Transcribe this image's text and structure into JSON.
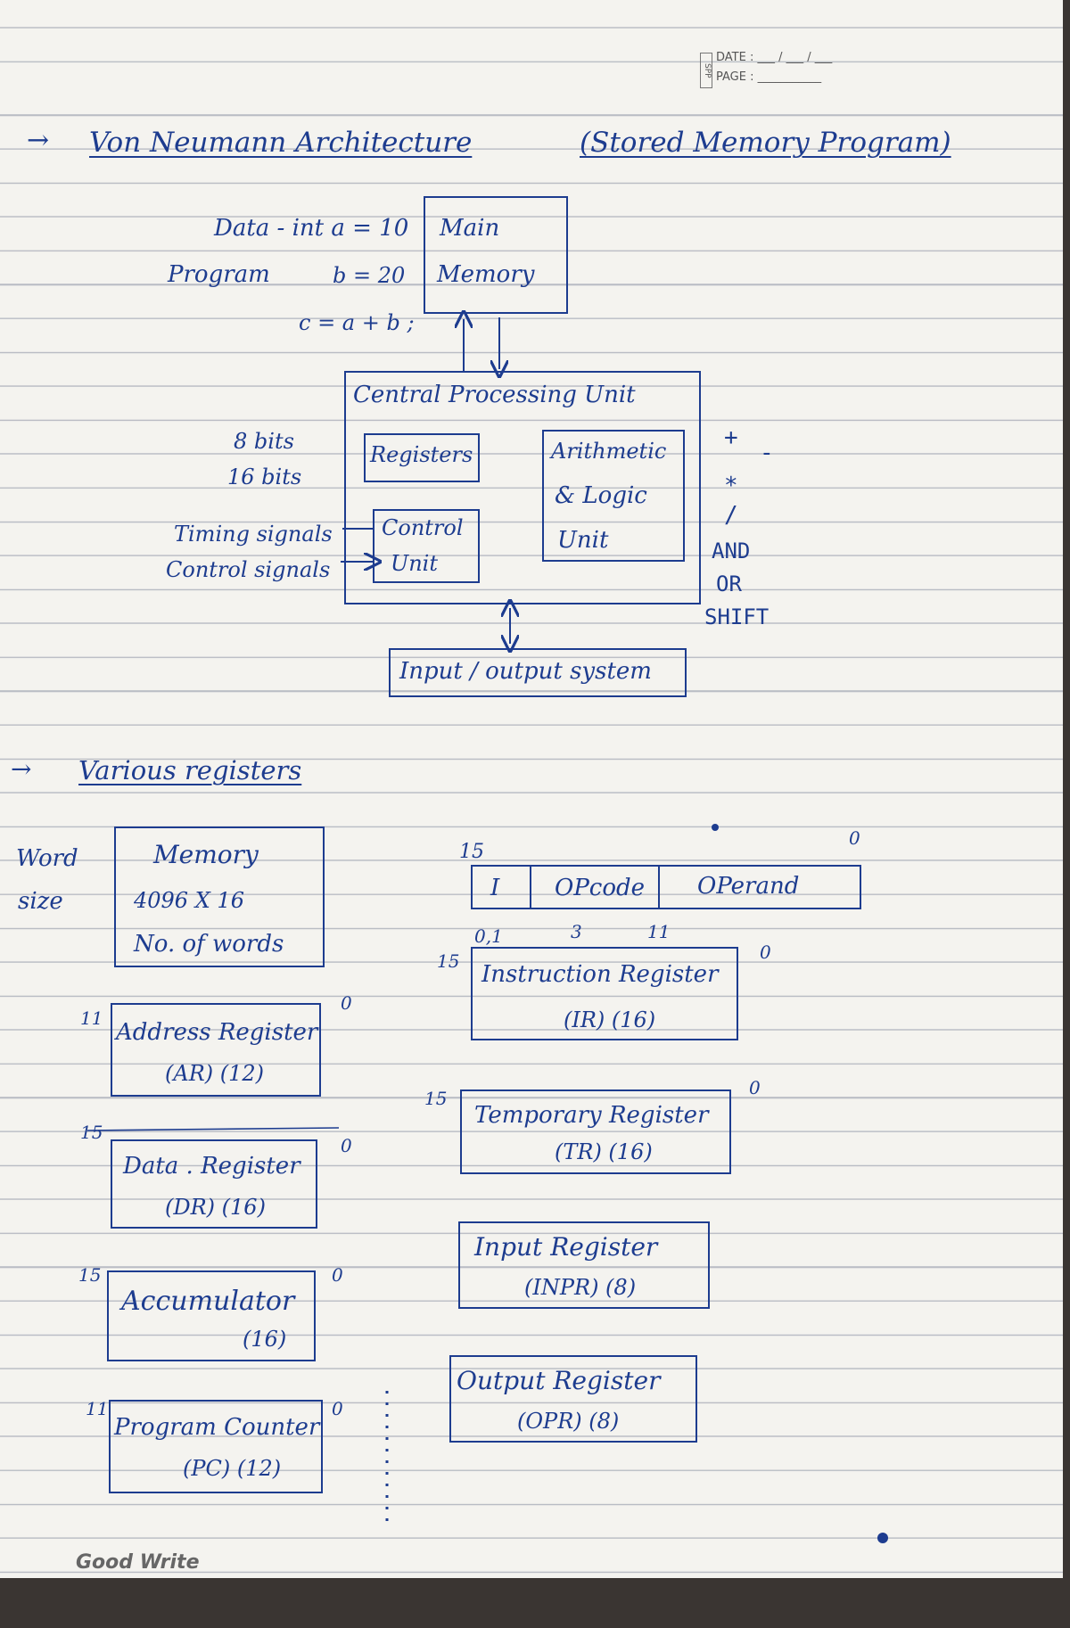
{
  "header": {
    "brand_mark": "SPP",
    "date_label": "DATE : ___ / ___ / ___",
    "page_label": "PAGE : ___________"
  },
  "section1": {
    "bullet": "→",
    "title": "Von Neumann Architecture",
    "subtitle": "(Stored Memory Program)",
    "data_label": "Data - int  a = 10",
    "program_label": "Program",
    "b_expr": "b = 20",
    "c_expr": "c = a + b ;",
    "main_memory_line1": "Main",
    "main_memory_line2": "Memory",
    "cpu_title": "Central Processing Unit",
    "registers": "Registers",
    "bits8": "8 bits",
    "bits16": "16 bits",
    "timing_signals": "Timing signals",
    "control_signals": "Control signals",
    "control_unit_line1": "Control",
    "control_unit_line2": "Unit",
    "alu_line1": "Arithmetic",
    "alu_line2": "& Logic",
    "alu_line3": "Unit",
    "ops": [
      "+",
      "-",
      "*",
      "/",
      "AND",
      "OR",
      "SHIFT"
    ],
    "io_system": "Input / output system"
  },
  "section2": {
    "bullet": "→",
    "title": "Various registers",
    "word_line1": "Word",
    "word_line2": "size",
    "memory_title": "Memory",
    "memory_size": "4096 X 16",
    "memory_words": "No. of words",
    "instr_format": {
      "bit_hi": "15",
      "bit_lo": "0",
      "field_i": "I",
      "field_opcode": "OPcode",
      "field_operand": "OPerand",
      "mark_0_1": "0,1",
      "mark_3": "3",
      "mark_11": "11"
    },
    "registers_left": [
      {
        "hi": "11",
        "lo": "0",
        "name": "Address Register",
        "abbr": "(AR)  (12)"
      },
      {
        "hi": "15",
        "lo": "0",
        "name": "Data . Register",
        "abbr": "(DR)  (16)"
      },
      {
        "hi": "15",
        "lo": "0",
        "name": "Accumulator",
        "abbr": "(16)"
      },
      {
        "hi": "11",
        "lo": "0",
        "name": "Program Counter",
        "abbr": "(PC)  (12)"
      }
    ],
    "registers_right": [
      {
        "hi": "15",
        "lo": "0",
        "name": "Instruction Register",
        "abbr": "(IR)  (16)"
      },
      {
        "hi": "15",
        "lo": "0",
        "name": "Temporary Register",
        "abbr": "(TR)  (16)"
      },
      {
        "hi": "",
        "lo": "",
        "name": "Input Register",
        "abbr": "(INPR)  (8)"
      },
      {
        "hi": "",
        "lo": "",
        "name": "Output Register",
        "abbr": "(OPR)  (8)"
      }
    ]
  },
  "footer": {
    "brand": "Good Write"
  },
  "colors": {
    "ink": "#1d3c8f",
    "paper": "#f4f3ef",
    "rule": "#b9bcc4"
  }
}
